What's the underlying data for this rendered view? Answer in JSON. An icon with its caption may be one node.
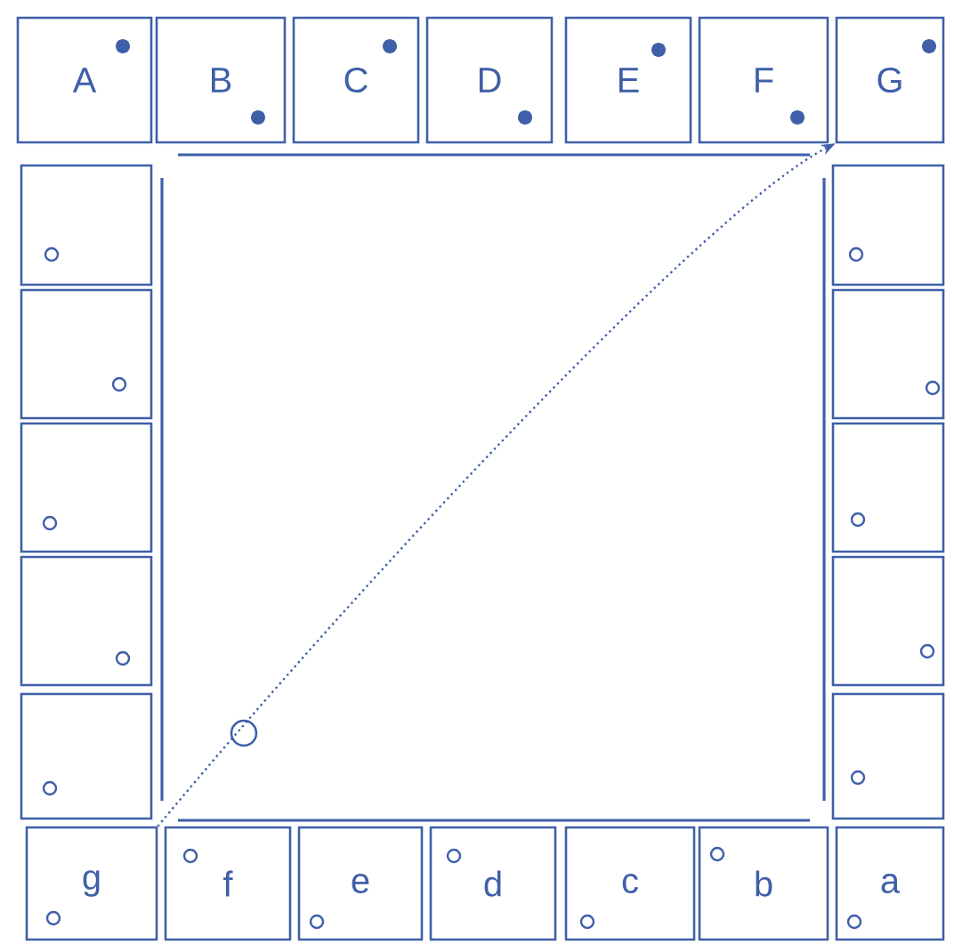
{
  "diagram": {
    "nodes": [
      {
        "text": [
          "A"
        ]
      },
      {
        "text": [
          "B"
        ]
      },
      {
        "text": [
          "C"
        ]
      },
      {
        "text": [
          "D"
        ]
      },
      {
        "text": [
          "E"
        ]
      },
      {
        "text": [
          "F"
        ]
      },
      {
        "text": [
          "G"
        ]
      },
      {
        "text": [],
        "shape": "box"
      },
      {
        "text": [],
        "shape": "box"
      },
      {
        "text": [],
        "shape": "box"
      },
      {
        "text": [],
        "shape": "box"
      },
      {
        "text": [],
        "shape": "box"
      },
      {
        "text": [],
        "shape": "box"
      },
      {
        "text": [],
        "shape": "box"
      },
      {
        "text": [],
        "shape": "box"
      },
      {
        "text": [],
        "shape": "box"
      },
      {
        "text": [],
        "shape": "box"
      },
      {
        "text": [
          "g"
        ]
      },
      {
        "text": [
          "f"
        ]
      },
      {
        "text": [
          "e"
        ]
      },
      {
        "text": [
          "d"
        ]
      },
      {
        "text": [
          "c"
        ]
      },
      {
        "text": [
          "b"
        ]
      },
      {
        "text": [
          "a"
        ]
      }
    ],
    "edges": [
      {
        "from": 17,
        "to": 6,
        "arrow": "to",
        "style": "dashed"
      }
    ]
  }
}
